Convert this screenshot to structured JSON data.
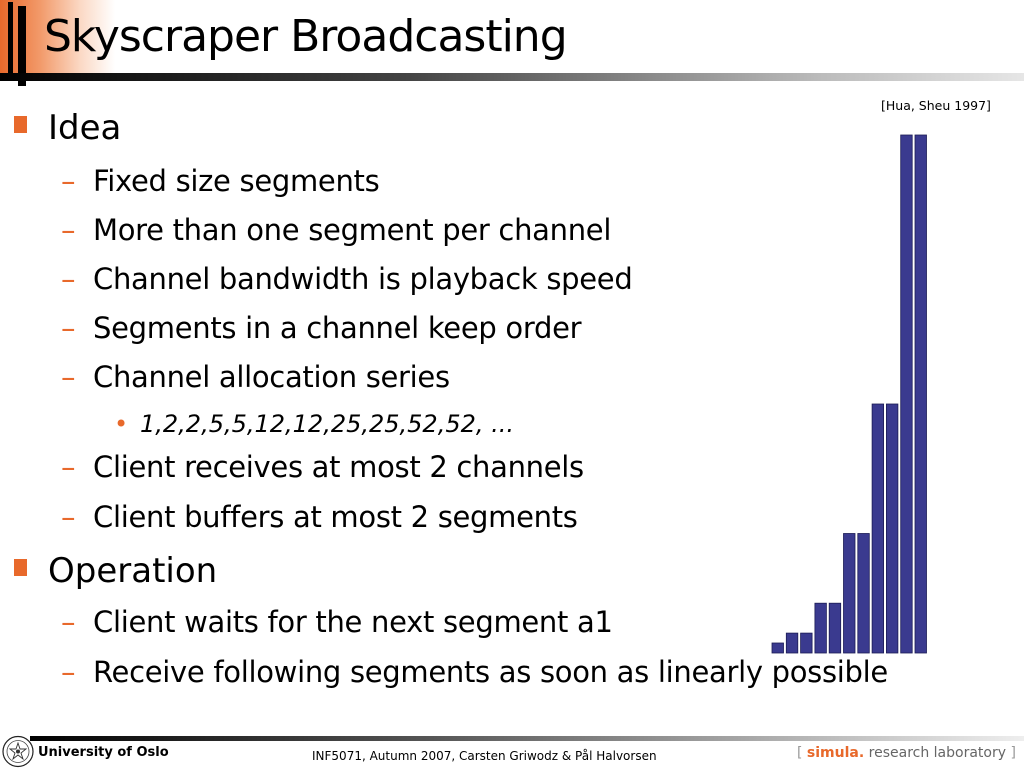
{
  "slide": {
    "title": "Skyscraper Broadcasting",
    "citation": "[Hua, Sheu 1997]",
    "idea": {
      "heading": "Idea",
      "items": [
        "Fixed size segments",
        "More than one segment per channel",
        "Channel bandwidth is playback speed",
        "Segments in a channel keep order",
        "Channel allocation series"
      ],
      "series": "1,2,2,5,5,12,12,25,25,52,52, ...",
      "items_after": [
        "Client receives at most 2 channels",
        "Client buffers at most 2 segments"
      ]
    },
    "operation": {
      "heading": "Operation",
      "items": [
        "Client waits for the next segment a1",
        "Receive following segments as soon as linearly possible"
      ]
    }
  },
  "chart_data": {
    "type": "bar",
    "values": [
      1,
      2,
      2,
      5,
      5,
      12,
      12,
      25,
      25,
      52,
      52
    ],
    "ylim": [
      0,
      52
    ],
    "bar_color": "#3a3a8f",
    "grid": false
  },
  "footer": {
    "university": "University of Oslo",
    "course": "INF5071,  Autumn 2007,  Carsten Griwodz & Pål Halvorsen",
    "lab_open": "[",
    "lab_simula": "simula",
    "lab_dot": ".",
    "lab_rest": "research laboratory",
    "lab_close": "]"
  },
  "colors": {
    "accent": "#e8692b",
    "bar": "#3a3a8f"
  }
}
